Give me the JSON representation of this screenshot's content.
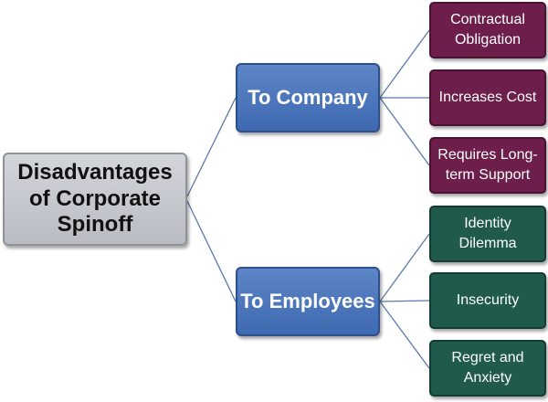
{
  "root": {
    "label": "Disadvantages\nof Corporate\nSpinoff"
  },
  "branches": [
    {
      "label": "To Company",
      "items": [
        "Contractual\nObligation",
        "Increases Cost",
        "Requires Long-\nterm Support"
      ]
    },
    {
      "label": "To Employees",
      "items": [
        "Identity\nDilemma",
        "Insecurity",
        "Regret and\nAnxiety"
      ]
    }
  ],
  "colors": {
    "root_fill": "#c6c9ce",
    "branch_fill": "#4a74bb",
    "company_leaf_fill": "#6e1e4a",
    "employee_leaf_fill": "#1f5a4d",
    "connector": "#5a7aaa"
  }
}
